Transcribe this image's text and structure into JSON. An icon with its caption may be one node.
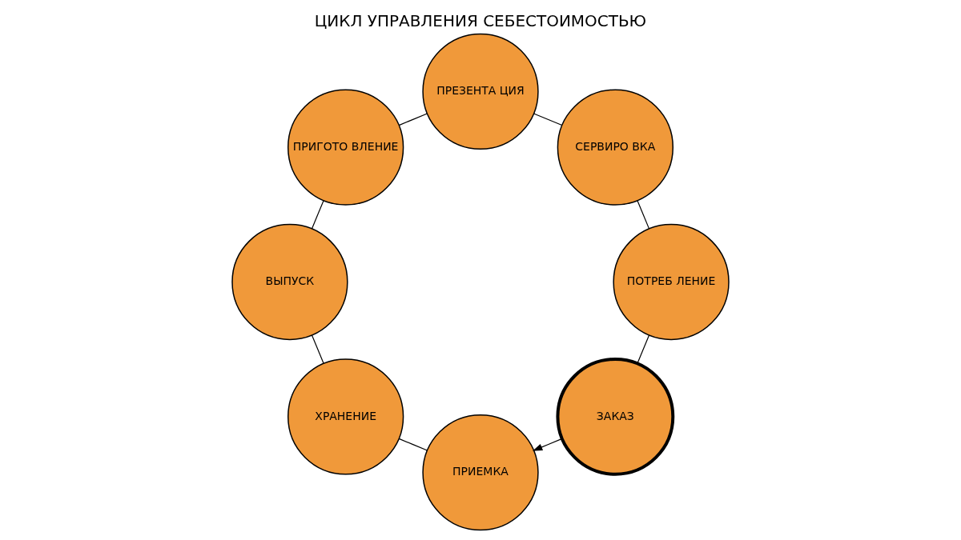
{
  "diagram": {
    "title": "ЦИКЛ УПРАВЛЕНИЯ СЕБЕСТОИМОСТЬЮ",
    "nodes": [
      {
        "text": [
          "ЗАКАЗ"
        ]
      },
      {
        "text": [
          "ПРИЕМКА"
        ]
      },
      {
        "text": [
          "ХРАНЕНИЕ"
        ]
      },
      {
        "text": [
          "ВЫПУСК"
        ]
      },
      {
        "text": [
          "ПРИГОТО ВЛЕНИЕ"
        ]
      },
      {
        "text": [
          "ПРЕЗЕНТА ЦИЯ"
        ]
      },
      {
        "text": [
          "СЕРВИРО ВКА"
        ]
      },
      {
        "text": [
          "ПОТРЕБ ЛЕНИЕ"
        ]
      }
    ],
    "edges": [
      {
        "from": 0,
        "to": 1,
        "arrow": "to"
      },
      {
        "from": 1,
        "to": 2,
        "arrow": "none"
      },
      {
        "from": 2,
        "to": 3,
        "arrow": "none"
      },
      {
        "from": 3,
        "to": 4,
        "arrow": "none"
      },
      {
        "from": 4,
        "to": 5,
        "arrow": "none"
      },
      {
        "from": 5,
        "to": 6,
        "arrow": "none"
      },
      {
        "from": 6,
        "to": 7,
        "arrow": "none"
      },
      {
        "from": 7,
        "to": 0,
        "arrow": "none"
      }
    ]
  }
}
